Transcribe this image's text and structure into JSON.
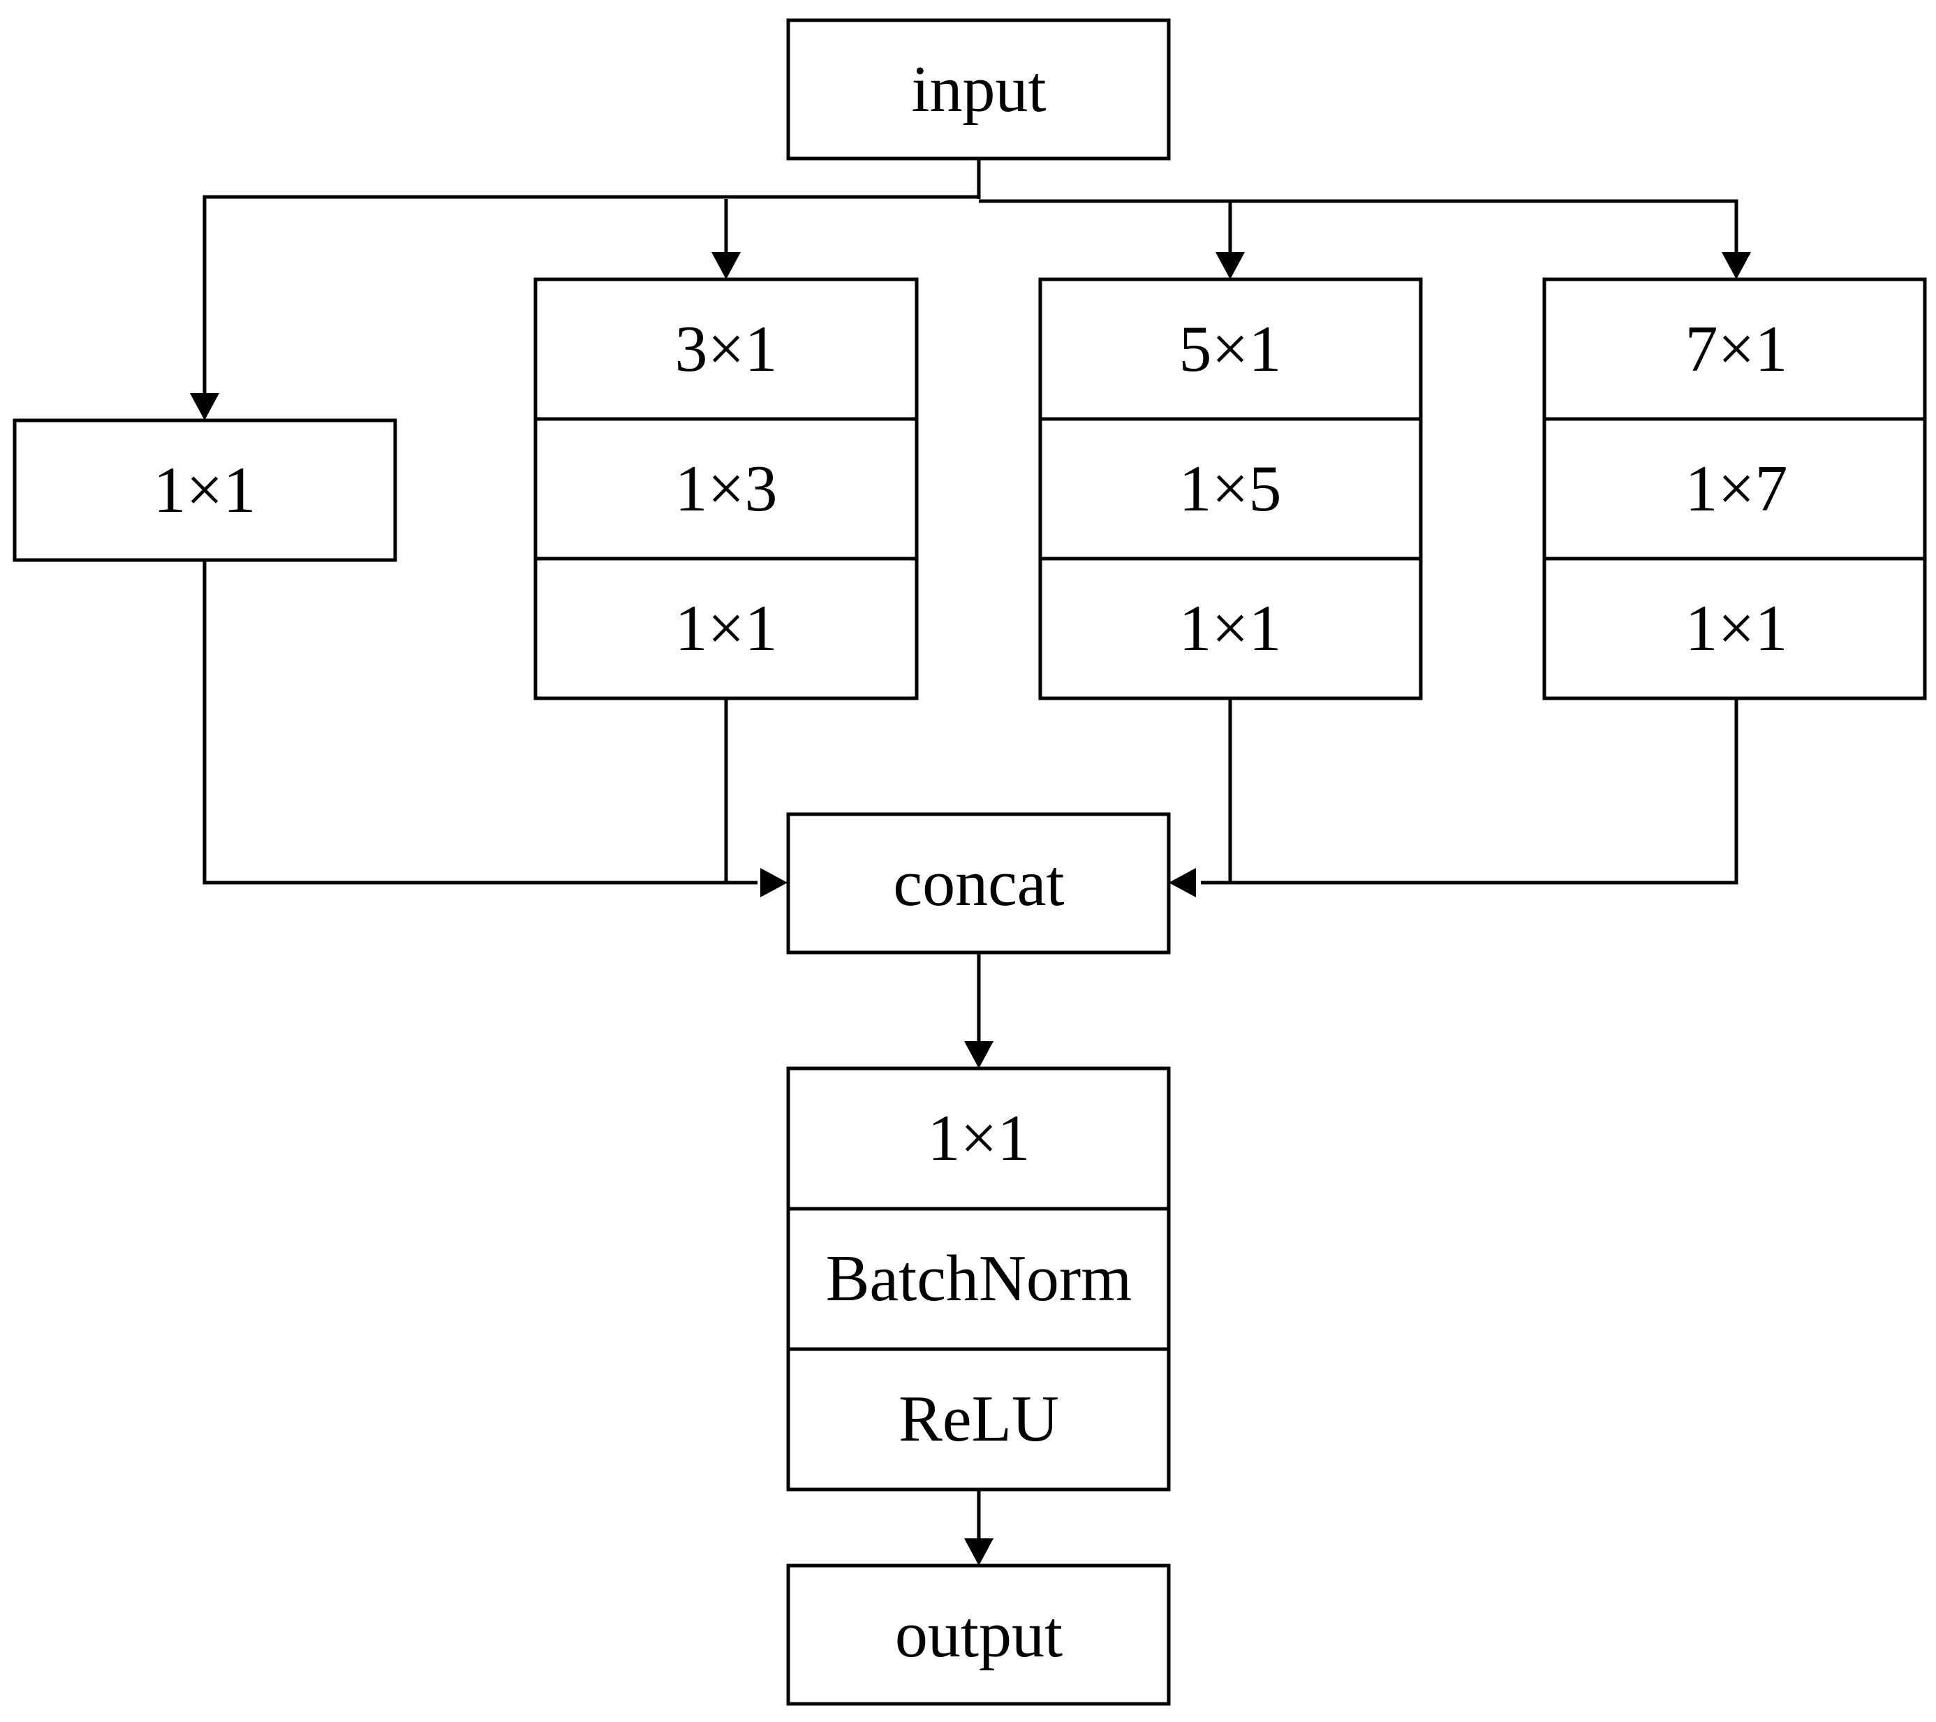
{
  "nodes": {
    "input": "input",
    "branch_1": [
      "1×1"
    ],
    "branch_3": [
      "3×1",
      "1×3",
      "1×1"
    ],
    "branch_5": [
      "5×1",
      "1×5",
      "1×1"
    ],
    "branch_7": [
      "7×1",
      "1×7",
      "1×1"
    ],
    "concat": "concat",
    "post": [
      "1×1",
      "BatchNorm",
      "ReLU"
    ],
    "output": "output"
  },
  "colors": {
    "stroke": "#000000",
    "fill": "#ffffff"
  }
}
